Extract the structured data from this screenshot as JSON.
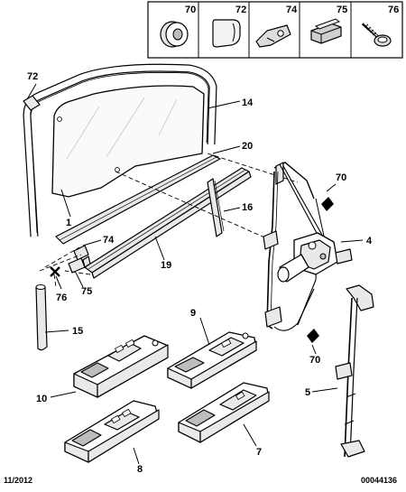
{
  "legend": [
    {
      "ref": "70",
      "icon": "grommet-icon"
    },
    {
      "ref": "72",
      "icon": "clip-icon"
    },
    {
      "ref": "74",
      "icon": "glass-clip-icon"
    },
    {
      "ref": "75",
      "icon": "retainer-icon"
    },
    {
      "ref": "76",
      "icon": "screw-icon"
    }
  ],
  "callouts": {
    "c72": "72",
    "c14": "14",
    "c20": "20",
    "c70a": "70",
    "c16": "16",
    "c1": "1",
    "c74": "74",
    "c4": "4",
    "c19": "19",
    "c76": "76",
    "c75": "75",
    "c15": "15",
    "c9": "9",
    "c70b": "70",
    "c10": "10",
    "c5": "5",
    "c8": "8",
    "c7": "7"
  },
  "footer": {
    "date": "11/2012",
    "ref": "00044136"
  }
}
